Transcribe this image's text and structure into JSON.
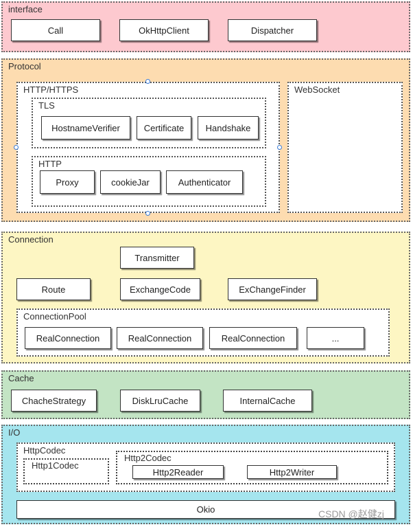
{
  "layers": {
    "interface": {
      "label": "interface",
      "color": "#fdc9cf",
      "items": [
        "Call",
        "OkHttpClient",
        "Dispatcher"
      ]
    },
    "protocol": {
      "label": "Protocol",
      "color": "#fddcb0",
      "http_https": {
        "label": "HTTP/HTTPS",
        "tls": {
          "label": "TLS",
          "items": [
            "HostnameVerifier",
            "Certificate",
            "Handshake"
          ]
        },
        "http": {
          "label": "HTTP",
          "items": [
            "Proxy",
            "cookieJar",
            "Authenticator"
          ]
        }
      },
      "websocket": {
        "label": "WebSocket"
      }
    },
    "connection": {
      "label": "Connection",
      "color": "#fdf6c3",
      "items": [
        "Transmitter",
        "Route",
        "ExchangeCode",
        "ExChangeFinder"
      ],
      "pool": {
        "label": "ConnectionPool",
        "items": [
          "RealConnection",
          "RealConnection",
          "RealConnection",
          "..."
        ]
      }
    },
    "cache": {
      "label": "Cache",
      "color": "#c3e4c4",
      "items": [
        "ChacheStrategy",
        "DiskLruCache",
        "InternalCache"
      ]
    },
    "io": {
      "label": "I/O",
      "color": "#a5e5ee",
      "http_codec": {
        "label": "HttpCodec",
        "http1": {
          "label": "Http1Codec"
        },
        "http2": {
          "label": "Http2Codec",
          "items": [
            "Http2Reader",
            "Http2Writer"
          ]
        }
      },
      "okio": "Okio"
    }
  },
  "watermark": "CSDN @赵健zj"
}
